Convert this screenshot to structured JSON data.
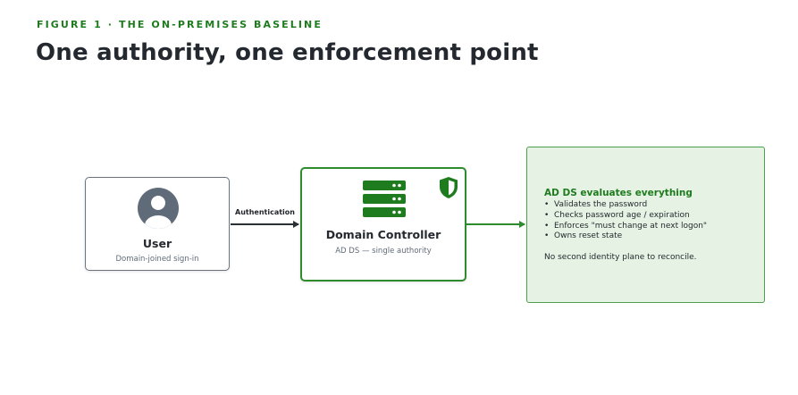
{
  "figure": {
    "eyebrow": "FIGURE 1 · THE ON-PREMISES BASELINE",
    "title": "One authority, one enforcement point"
  },
  "nodes": {
    "user": {
      "title": "User",
      "subtitle": "Domain-joined sign-in",
      "icon": "user-avatar-icon"
    },
    "domain_controller": {
      "title": "Domain Controller",
      "subtitle": "AD DS — single authority",
      "icon": "server-stack-icon",
      "badge_icon": "shield-icon"
    }
  },
  "edges": [
    {
      "from": "user",
      "to": "domain_controller",
      "label": "Authentication"
    },
    {
      "from": "domain_controller",
      "to": "evaluation_panel",
      "label": ""
    }
  ],
  "evaluation_panel": {
    "heading": "AD DS evaluates everything",
    "items": [
      "Validates the password",
      "Checks password age / expiration",
      "Enforces \"must change at next logon\"",
      "Owns reset state"
    ],
    "note": "No second identity plane to reconcile."
  },
  "colors": {
    "accent_green": "#1e7b1e",
    "dc_border": "#2e8b2e",
    "panel_fill": "#e6f2e4",
    "user_border": "#6b7580",
    "icon_gray": "#5f6b78"
  }
}
